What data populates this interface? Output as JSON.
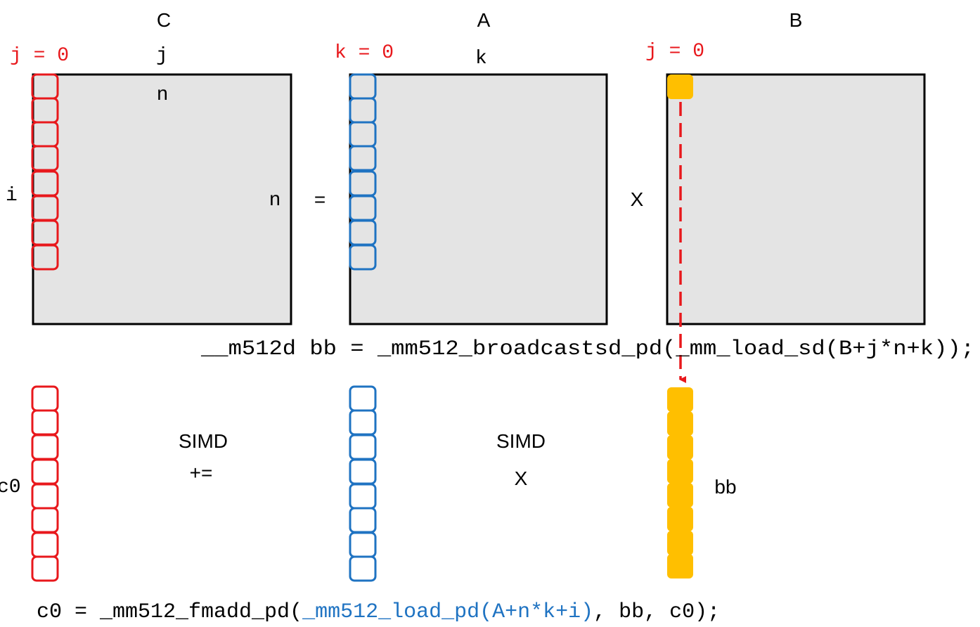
{
  "colors": {
    "red": "#e8181c",
    "blue": "#1f73c2",
    "gold": "#ffbf00",
    "matrix_fill": "#e4e4e4",
    "black": "#000000"
  },
  "matrices": {
    "c": {
      "title": "C",
      "loop_var": "j = 0",
      "index_col": "j",
      "index_row": "i",
      "dim_col": "n"
    },
    "a": {
      "title": "A",
      "loop_var": "k = 0",
      "index_col": "k",
      "dim_row": "n"
    },
    "b": {
      "title": "B",
      "loop_var": "j = 0"
    }
  },
  "operators": {
    "equals": "=",
    "times": "X"
  },
  "code": {
    "broadcast_line": "__m512d bb = _mm512_broadcastsd_pd(_mm_load_sd(B+j*n+k));",
    "fmadd_prefix": "c0 = _mm512_fmadd_pd(",
    "fmadd_load": "_mm512_load_pd(A+n*k+i)",
    "fmadd_suffix": ", bb, c0);"
  },
  "vectors": {
    "c0_label": "c0",
    "simd_add_label": "SIMD",
    "simd_add_op": "+=",
    "simd_mul_label": "SIMD",
    "simd_mul_op": "X",
    "bb_label": "bb"
  },
  "icons": {
    "arrow": "dashed-arrow-down"
  }
}
